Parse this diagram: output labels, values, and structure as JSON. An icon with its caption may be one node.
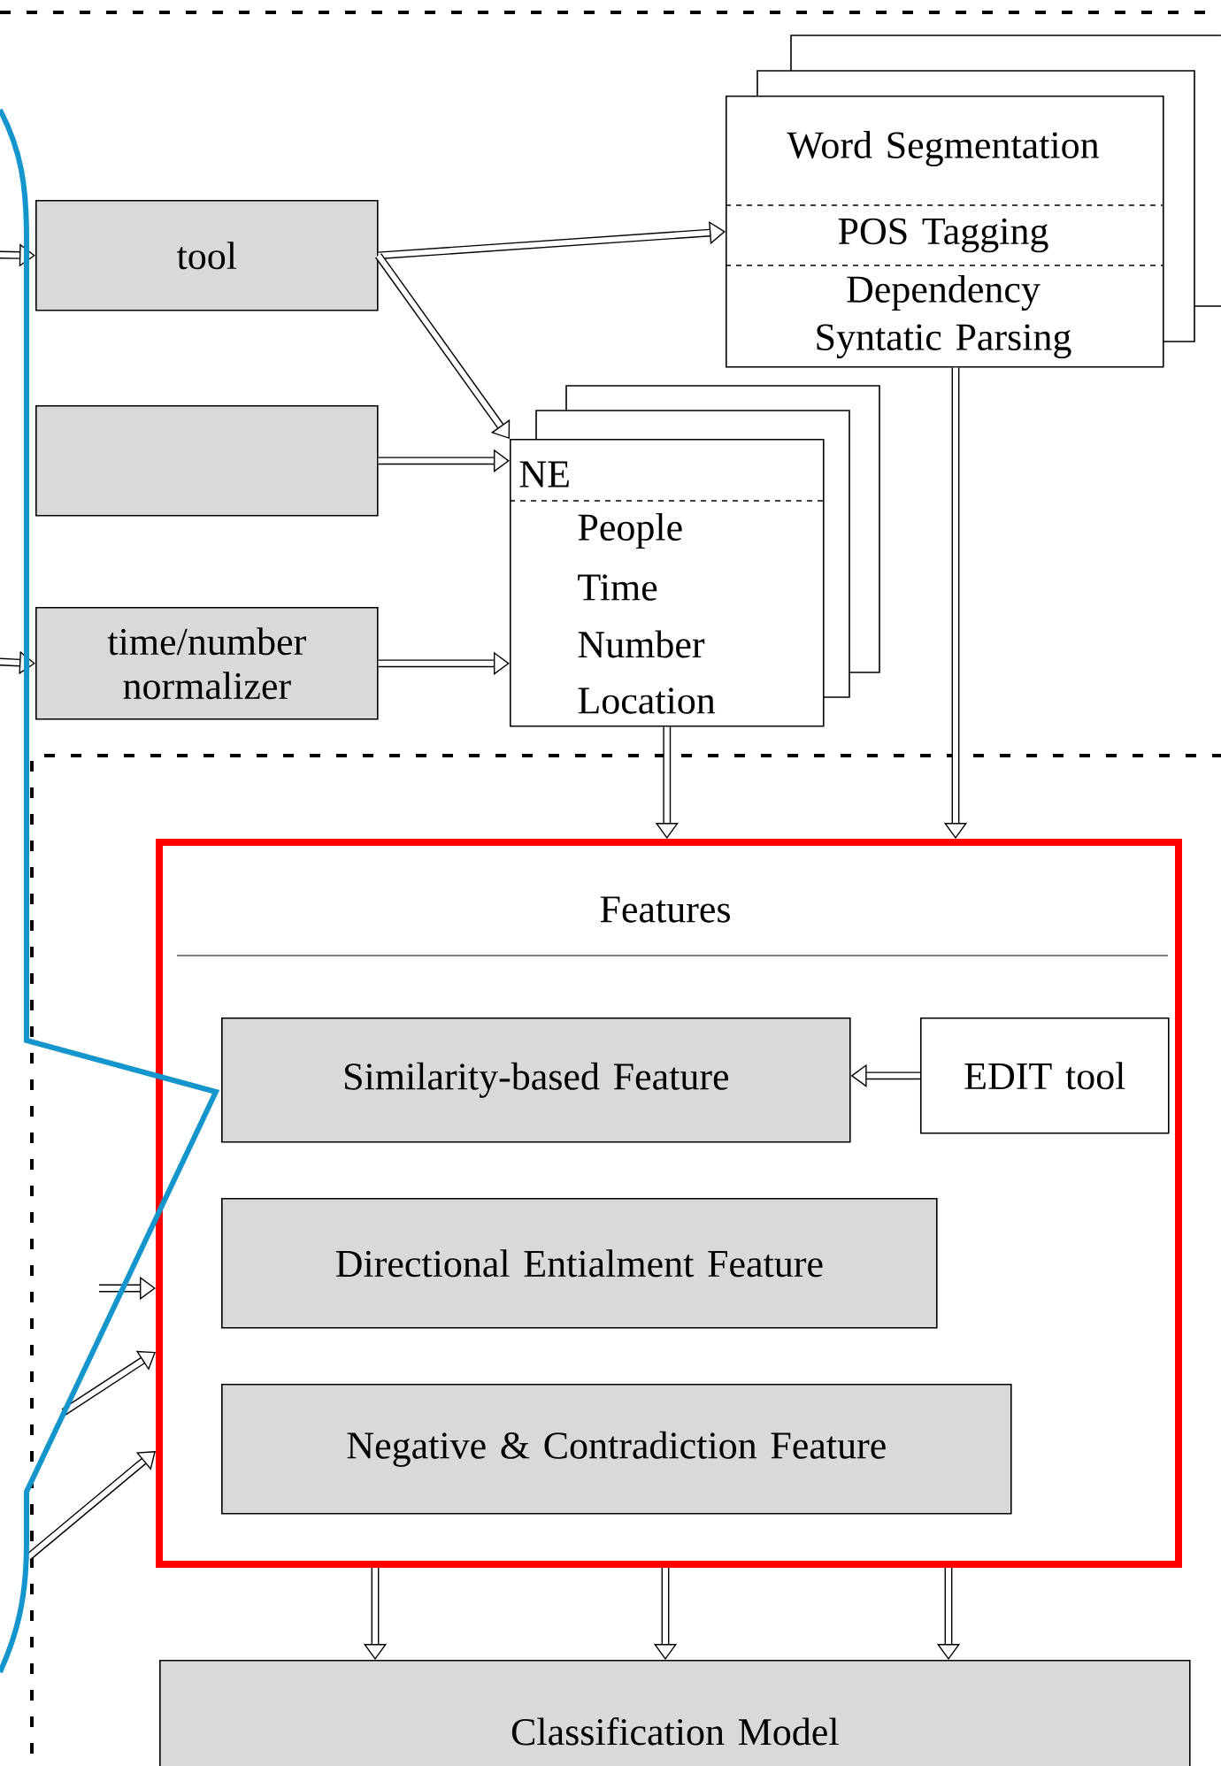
{
  "diagram": {
    "nodes": [
      {
        "text": [
          "tool"
        ]
      },
      {
        "text": [],
        "shape": "box"
      },
      {
        "text": [
          "time/number normalizer"
        ]
      },
      {
        "text": [
          "Word Segmentation",
          "POS Tagging",
          "Dependency Syntatic Parsing"
        ]
      },
      {
        "text": [
          "NE",
          "People",
          "Time",
          "Number",
          "Location"
        ]
      },
      {
        "text": [
          "Features"
        ]
      },
      {
        "text": [
          "Similarity-based Feature"
        ],
        "in": 5
      },
      {
        "text": [
          "EDIT tool"
        ],
        "in": 5
      },
      {
        "text": [
          "Directional Entialment Feature"
        ],
        "in": 5
      },
      {
        "text": [
          "Negative & Contradiction Feature"
        ],
        "in": 5
      },
      {
        "text": [
          "Classification Model"
        ]
      }
    ],
    "edges": [
      {
        "from": null,
        "to": 0,
        "arrow": "to"
      },
      {
        "from": 0,
        "to": 3,
        "arrow": "to"
      },
      {
        "from": 0,
        "to": 4,
        "arrow": "to"
      },
      {
        "from": 1,
        "to": 4,
        "arrow": "to"
      },
      {
        "from": null,
        "to": 2,
        "arrow": "to"
      },
      {
        "from": 2,
        "to": 4,
        "arrow": "to"
      },
      {
        "from": 4,
        "to": 5,
        "arrow": "to"
      },
      {
        "from": 3,
        "to": 5,
        "arrow": "to"
      },
      {
        "from": 7,
        "to": 6,
        "arrow": "to"
      },
      {
        "from": null,
        "to": 5,
        "arrow": "to"
      },
      {
        "from": null,
        "to": 5,
        "arrow": "to"
      },
      {
        "from": null,
        "to": 5,
        "arrow": "to"
      },
      {
        "from": 5,
        "to": 10,
        "arrow": "to"
      },
      {
        "from": 5,
        "to": 10,
        "arrow": "to"
      },
      {
        "from": 5,
        "to": 10,
        "arrow": "to"
      }
    ]
  }
}
